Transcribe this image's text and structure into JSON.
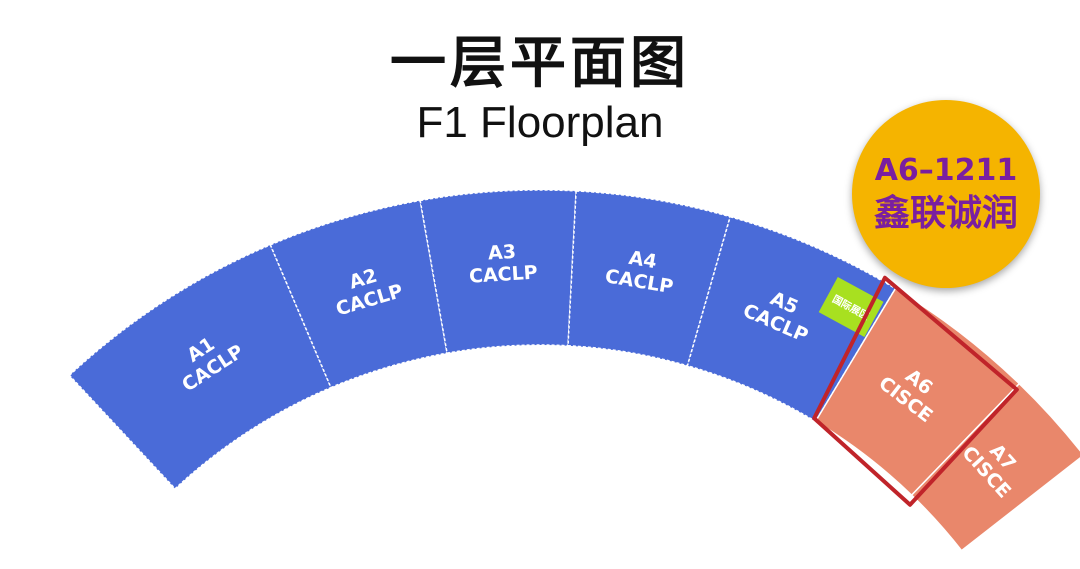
{
  "title": "一层平面图",
  "subtitle": "F1 Floorplan",
  "halls": [
    {
      "code": "A1",
      "org": "CACLP"
    },
    {
      "code": "A2",
      "org": "CACLP"
    },
    {
      "code": "A3",
      "org": "CACLP"
    },
    {
      "code": "A4",
      "org": "CACLP"
    },
    {
      "code": "A5",
      "org": "CACLP"
    },
    {
      "code": "A6",
      "org": "CISCE"
    },
    {
      "code": "A7",
      "org": "CISCE"
    }
  ],
  "special_zone_label": "国际展区",
  "highlighted_hall": "A6",
  "badge": {
    "booth": "A6–1211",
    "company": "鑫联诚润"
  },
  "colors": {
    "caclp_hall": "#4a6bd8",
    "cisce_hall": "#e9876b",
    "special_zone": "#a8e020",
    "highlight_frame": "#c0242a",
    "badge_fill": "#f5b400",
    "badge_text": "#7a1fa0"
  }
}
